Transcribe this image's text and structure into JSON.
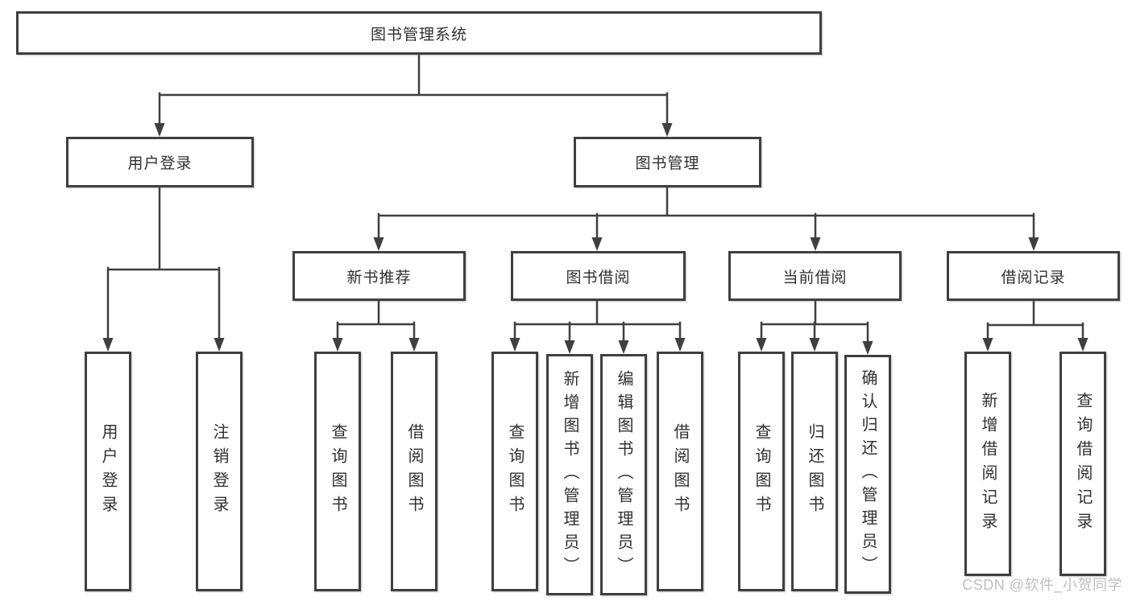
{
  "tree": {
    "label": "图书管理系统",
    "children": [
      {
        "label": "用户登录",
        "children": [
          {
            "label": "用户登录"
          },
          {
            "label": "注销登录"
          }
        ]
      },
      {
        "label": "图书管理",
        "children": [
          {
            "label": "新书推荐",
            "children": [
              {
                "label": "查询图书"
              },
              {
                "label": "借阅图书"
              }
            ]
          },
          {
            "label": "图书借阅",
            "children": [
              {
                "label": "查询图书"
              },
              {
                "label": "新增图书（管理员）"
              },
              {
                "label": "编辑图书（管理员）"
              },
              {
                "label": "借阅图书"
              }
            ]
          },
          {
            "label": "当前借阅",
            "children": [
              {
                "label": "查询图书"
              },
              {
                "label": "归还图书"
              },
              {
                "label": "确认归还（管理员）"
              }
            ]
          },
          {
            "label": "借阅记录",
            "children": [
              {
                "label": "新增借阅记录"
              },
              {
                "label": "查询借阅记录"
              }
            ]
          }
        ]
      }
    ]
  },
  "watermark": "CSDN @软件_小贺同学",
  "colors": {
    "line": "#3f3f3f",
    "border": "#3f3f3f",
    "text": "#303030",
    "watermark": "#bfbfbf",
    "background": "#ffffff"
  }
}
